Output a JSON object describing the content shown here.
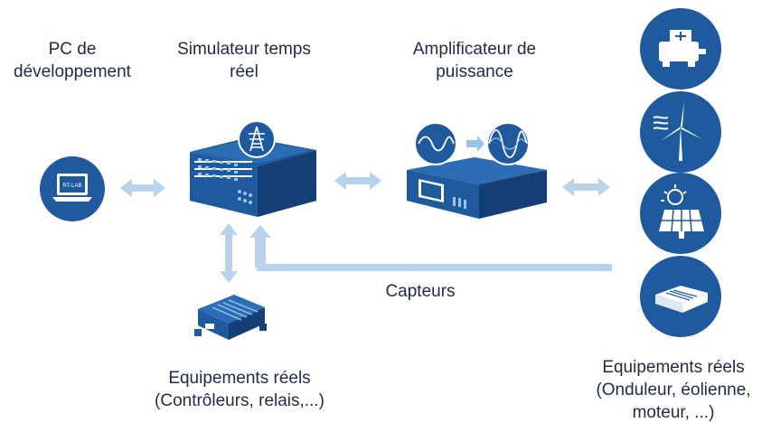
{
  "colors": {
    "primary": "#1f5a9e",
    "dark": "#163f75",
    "arrow": "#b9d3ea",
    "text": "#1f2a44"
  },
  "labels": {
    "pc": [
      "PC de",
      "développement"
    ],
    "simulator": [
      "Simulateur temps",
      "réel"
    ],
    "amplifier": [
      "Amplificateur de",
      "puissance"
    ],
    "sensors": "Capteurs",
    "real_left": [
      "Equipements réels",
      "(Contrôleurs, relais,...)"
    ],
    "real_right": [
      "Equipements réels",
      "(Onduleur, éolienne,",
      "moteur, ...)"
    ]
  },
  "laptop_screen_text": "RT-LAB",
  "icons": {
    "pc": "laptop-icon",
    "simulator": "real-time-simulator-icon",
    "pylon": "power-pylon-icon",
    "amplifier": "power-amplifier-icon",
    "waveforms": "waveform-icon",
    "motor": "motor-icon",
    "wind": "wind-turbine-icon",
    "solar": "solar-panel-icon",
    "controller": "controller-box-icon"
  }
}
